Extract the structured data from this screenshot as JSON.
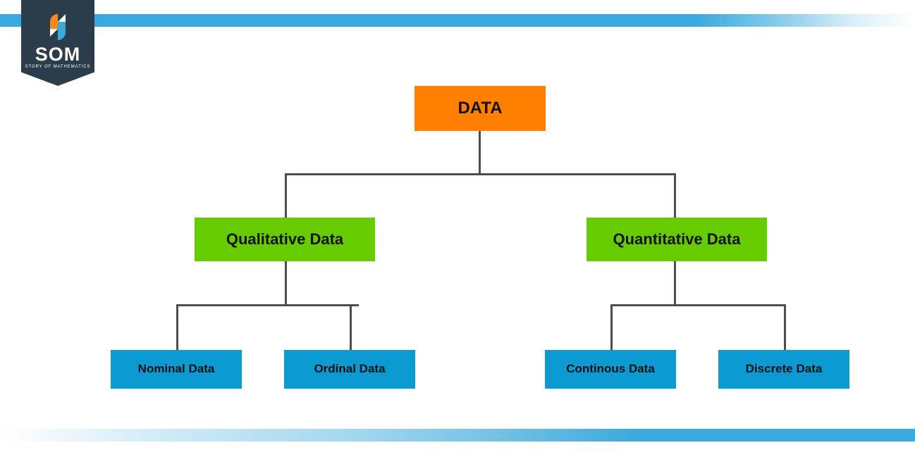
{
  "branding": {
    "logo_icon": "som-shield-logo",
    "wordmark": "SOM",
    "tagline": "STORY OF MATHEMATICS",
    "banner_color": "#2b3d4a",
    "accent_orange": "#ff8000",
    "accent_blue": "#3aa9dd"
  },
  "decor": {
    "top_stripe_color": "#3aa9dd",
    "bottom_stripe_color": "#3aa9dd"
  },
  "chart_data": {
    "type": "diagram",
    "diagram_kind": "hierarchy-tree",
    "title": "DATA",
    "levels": 3,
    "nodes": [
      {
        "id": "data",
        "label": "DATA",
        "level": 1,
        "color": "#ff8000",
        "parent": null
      },
      {
        "id": "qualitative",
        "label": "Qualitative Data",
        "level": 2,
        "color": "#66cc00",
        "parent": "data"
      },
      {
        "id": "quantitative",
        "label": "Quantitative Data",
        "level": 2,
        "color": "#66cc00",
        "parent": "data"
      },
      {
        "id": "nominal",
        "label": "Nominal Data",
        "level": 3,
        "color": "#0b9ad1",
        "parent": "qualitative"
      },
      {
        "id": "ordinal",
        "label": "Ordinal Data",
        "level": 3,
        "color": "#0b9ad1",
        "parent": "qualitative"
      },
      {
        "id": "continuous",
        "label": "Continous Data",
        "level": 3,
        "color": "#0b9ad1",
        "parent": "quantitative"
      },
      {
        "id": "discrete",
        "label": "Discrete Data",
        "level": 3,
        "color": "#0b9ad1",
        "parent": "quantitative"
      }
    ],
    "edges": [
      {
        "from": "data",
        "to": "qualitative"
      },
      {
        "from": "data",
        "to": "quantitative"
      },
      {
        "from": "qualitative",
        "to": "nominal"
      },
      {
        "from": "qualitative",
        "to": "ordinal"
      },
      {
        "from": "quantitative",
        "to": "continuous"
      },
      {
        "from": "quantitative",
        "to": "discrete"
      }
    ],
    "connector_color": "#4a4f55"
  }
}
